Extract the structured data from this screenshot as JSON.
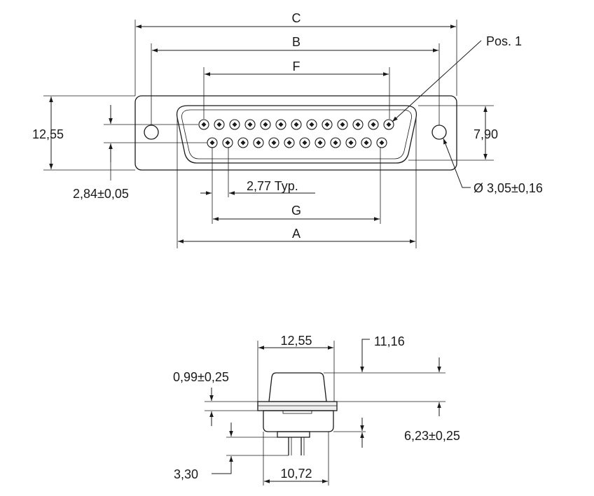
{
  "front_view": {
    "dim_c": "C",
    "dim_b": "B",
    "dim_f": "F",
    "dim_g": "G",
    "dim_a": "A",
    "pos1": "Pos. 1",
    "height_overall": "12,55",
    "height_inner": "7,90",
    "row_offset": "2,84±0,05",
    "pitch": "2,77 Typ.",
    "hole_diameter": "Ø 3,05±0,16",
    "top_row_pins": 13,
    "bottom_row_pins": 12
  },
  "side_view": {
    "width_top": "12,55",
    "height_shell": "11,16",
    "flange": "0,99±0,25",
    "body_height": "6,23±0,25",
    "pin_length": "3,30",
    "width_bottom": "10,72"
  }
}
